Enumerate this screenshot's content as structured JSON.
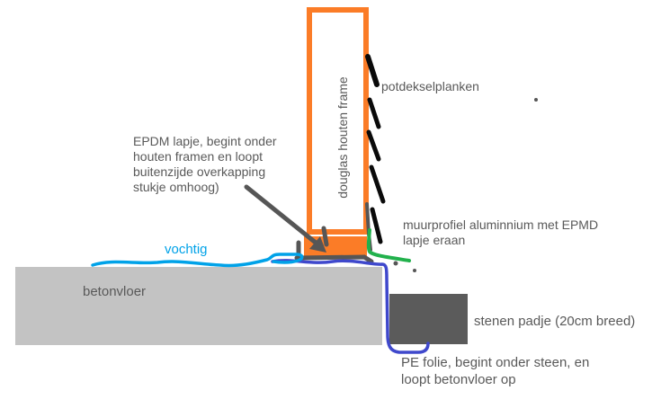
{
  "colors": {
    "orange": "#FB7C27",
    "concrete_gray": "#C3C3C3",
    "stone_gray": "#5B5B5B",
    "pen_gray": "#565656",
    "text_gray": "#595959",
    "green": "#22B14C",
    "blue": "#3F48CC",
    "cyan": "#00A2E8",
    "black": "#0A0A0A"
  },
  "diagram": {
    "frame_label": "douglas houten frame",
    "planks_label": "potdekselplanken",
    "epdm_note": "EPDM lapje, begint onder\nhouten framen en loopt\nbuitenzijde overkapping\nstukje omhoog)",
    "wall_profile_note": "muurprofiel aluminnium met EPMD\nlapje eraan",
    "moisture_label": "vochtig",
    "concrete_label": "betonvloer",
    "stone_path_label": "stenen padje (20cm breed)",
    "pe_foil_note": "PE folie, begint onder steen, en\nloopt betonvloer op"
  }
}
